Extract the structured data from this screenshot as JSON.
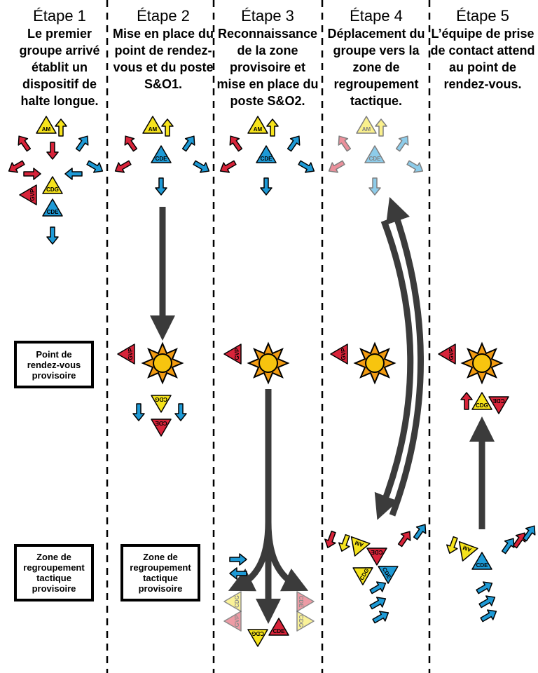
{
  "columns": [
    {
      "step": "Étape 1",
      "description": "Le premier groupe arrivé établit un dispositif de halte longue."
    },
    {
      "step": "Étape 2",
      "description": "Mise en place du point de rendez-vous et du poste S&O1."
    },
    {
      "step": "Étape 3",
      "description": "Reconnaissance de la zone provisoire et mise en place du poste S&O2."
    },
    {
      "step": "Étape 4",
      "description": "Déplacement du groupe vers la zone de regroupement tactique."
    },
    {
      "step": "Étape 5",
      "description": "L’équipe de prise de contact attend au point de rendez-vous."
    }
  ],
  "labels": {
    "rendezvous_step1": "Point de rendez-vous provisoire",
    "zone_step1": "Zone de regroupement tactique provisoire",
    "zone_step2": "Zone de regroupement tactique provisoire"
  },
  "unit_codes": {
    "am": "AM",
    "cde": "CDE",
    "cdg": "CDG",
    "gvp": "GVP"
  },
  "colors": {
    "red": "#d8243a",
    "blue": "#1e9ad6",
    "yellow": "#f6e31c",
    "arrow": "#3b3b3b",
    "sun": "#f7c40f",
    "sun_ray": "#f39c12"
  }
}
